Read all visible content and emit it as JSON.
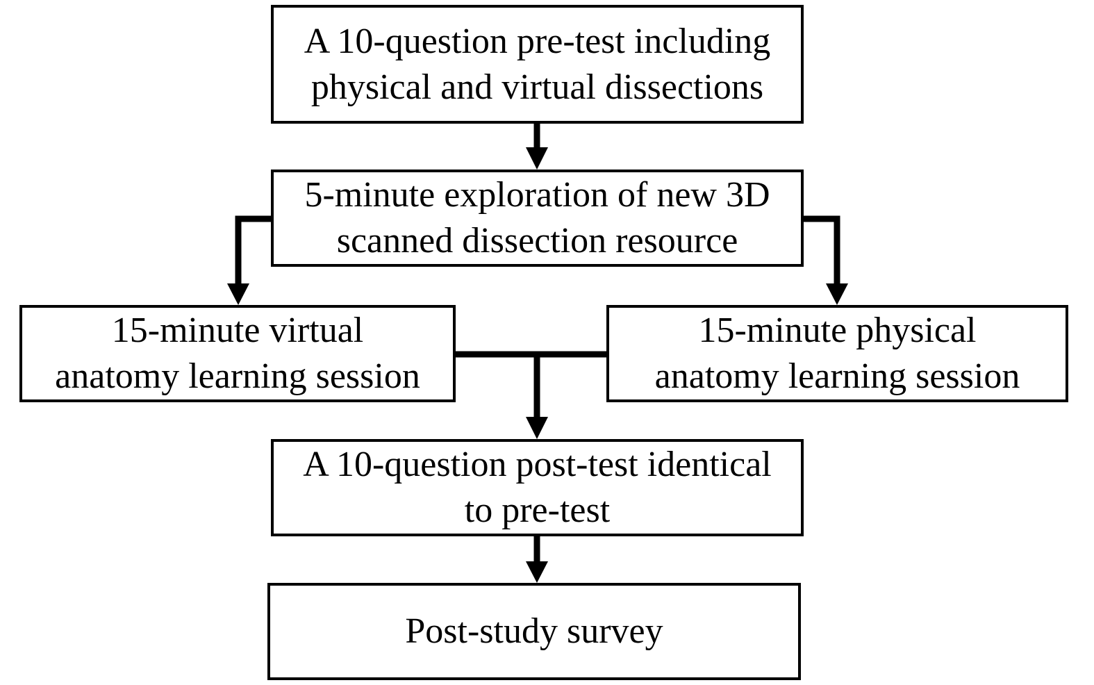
{
  "steps": {
    "pretest": {
      "line1": "A 10-question pre-test including",
      "line2": "physical and virtual dissections"
    },
    "exploration": {
      "line1": "5-minute exploration of new 3D",
      "line2": "scanned dissection resource"
    },
    "virtual_session": {
      "line1": "15-minute virtual",
      "line2": "anatomy learning session"
    },
    "physical_session": {
      "line1": "15-minute physical",
      "line2": "anatomy learning session"
    },
    "posttest": {
      "line1": "A 10-question post-test identical",
      "line2": "to pre-test"
    },
    "survey": {
      "line1": "Post-study survey"
    }
  },
  "colors": {
    "stroke": "#000000",
    "background": "#ffffff"
  }
}
